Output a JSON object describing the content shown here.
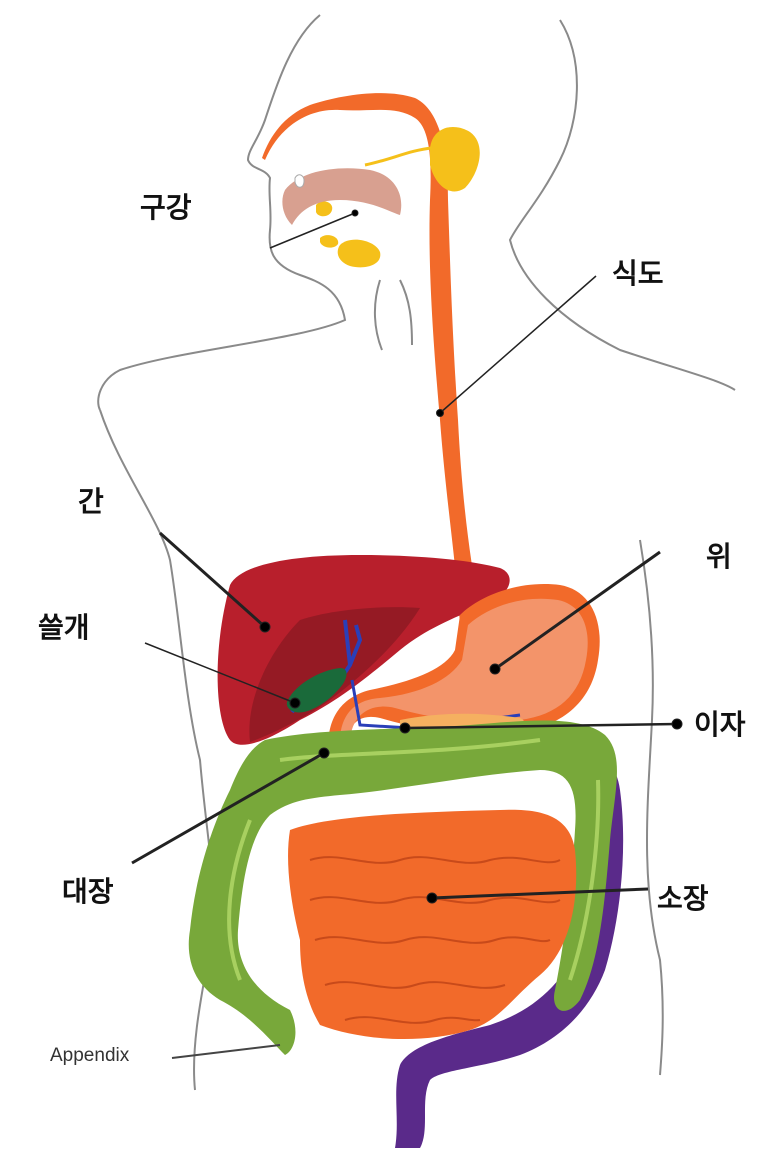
{
  "labels": {
    "mouth": "구강",
    "esophagus": "식도",
    "liver": "간",
    "gallbladder": "쓸개",
    "stomach": "위",
    "pancreas": "이자",
    "large_intestine": "대장",
    "small_intestine": "소장",
    "appendix": "Appendix"
  },
  "colors": {
    "outline": "#8a8a8a",
    "esophagus": "#f26a2a",
    "stomach": "#f3946a",
    "liver": "#b81f2c",
    "liver_dark": "#951a24",
    "gallbladder": "#1a6a3a",
    "bile_duct": "#2a3fb8",
    "large_intestine": "#78a83a",
    "small_intestine": "#f26a2a",
    "rectum": "#5a2a8a",
    "salivary": "#f5c01a",
    "pancreas": "#f5b060"
  }
}
